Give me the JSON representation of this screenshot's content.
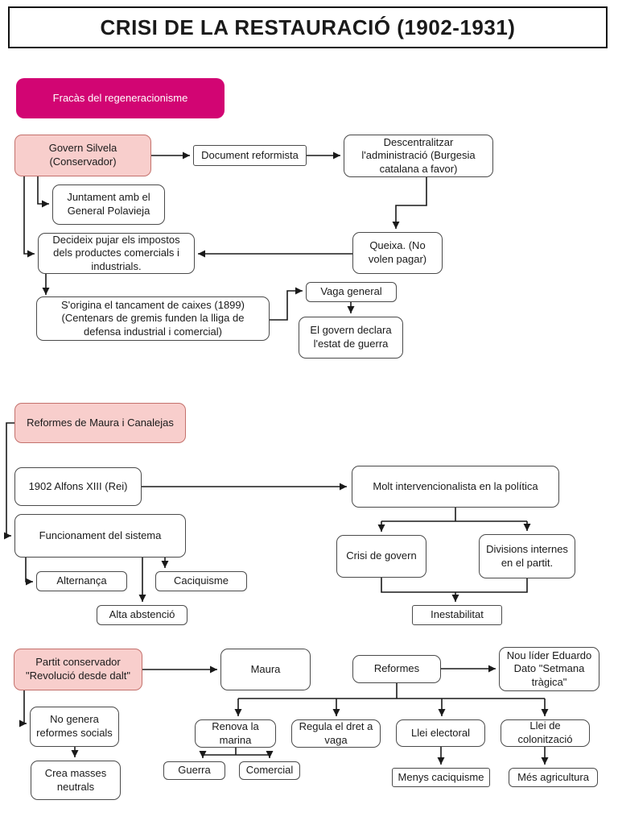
{
  "title": "CRISI DE LA RESTAURACIÓ (1902-1931)",
  "colors": {
    "accent_magenta": "#D20573",
    "pink_fill": "#F8CECC",
    "pink_stroke": "#C4716C",
    "node_stroke": "#4A4A4A",
    "arrow": "#1A1A1A",
    "background": "#FFFFFF"
  },
  "nodes": {
    "fracas": {
      "label": "Fracàs del regeneracionisme"
    },
    "govern_silvela": {
      "label": "Govern Silvela (Conservador)"
    },
    "document_reformista": {
      "label": "Document reformista"
    },
    "descentralitzar": {
      "label": "Descentralitzar l'administració (Burgesia catalana a favor)"
    },
    "juntament": {
      "label": "Juntament amb el General Polavieja"
    },
    "decideix": {
      "label": "Decideix pujar els impostos dels productes comercials i industrials."
    },
    "queixa": {
      "label": "Queixa. (No volen pagar)"
    },
    "sorigina": {
      "label": "S'origina el tancament de caixes (1899) (Centenars de gremis funden la lliga de defensa industrial i comercial)"
    },
    "vaga_general": {
      "label": "Vaga general"
    },
    "estat_guerra": {
      "label": "El govern declara l'estat de guerra"
    },
    "reformes_maura": {
      "label": "Reformes de Maura i Canalejas"
    },
    "alfons": {
      "label": "1902 Alfons XIII (Rei)"
    },
    "molt_intervencionalista": {
      "label": "Molt intervencionalista en la política"
    },
    "funcionament": {
      "label": "Funcionament del sistema"
    },
    "alternanca": {
      "label": "Alternança"
    },
    "caciquisme": {
      "label": "Caciquisme"
    },
    "alta_abstencio": {
      "label": "Alta abstenció"
    },
    "crisi_govern": {
      "label": "Crisi de govern"
    },
    "divisions_internes": {
      "label": "Divisions internes en el partit."
    },
    "inestabilitat": {
      "label": "Inestabilitat"
    },
    "partit_conservador": {
      "label": "Partit conservador \"Revolució desde dalt\""
    },
    "maura": {
      "label": "Maura"
    },
    "reformes": {
      "label": "Reformes"
    },
    "nou_lider": {
      "label": "Nou líder Eduardo Dato \"Setmana tràgica\""
    },
    "no_genera": {
      "label": "No genera reformes socials"
    },
    "crea_masses": {
      "label": "Crea masses neutrals"
    },
    "renova_marina": {
      "label": "Renova la marina"
    },
    "regula_vaga": {
      "label": "Regula el dret a vaga"
    },
    "llei_electoral": {
      "label": "Llei electoral"
    },
    "llei_colonitzacio": {
      "label": "Llei de colonització"
    },
    "guerra": {
      "label": "Guerra"
    },
    "comercial": {
      "label": "Comercial"
    },
    "menys_caciquisme": {
      "label": "Menys caciquisme"
    },
    "mes_agricultura": {
      "label": "Més agricultura"
    }
  }
}
